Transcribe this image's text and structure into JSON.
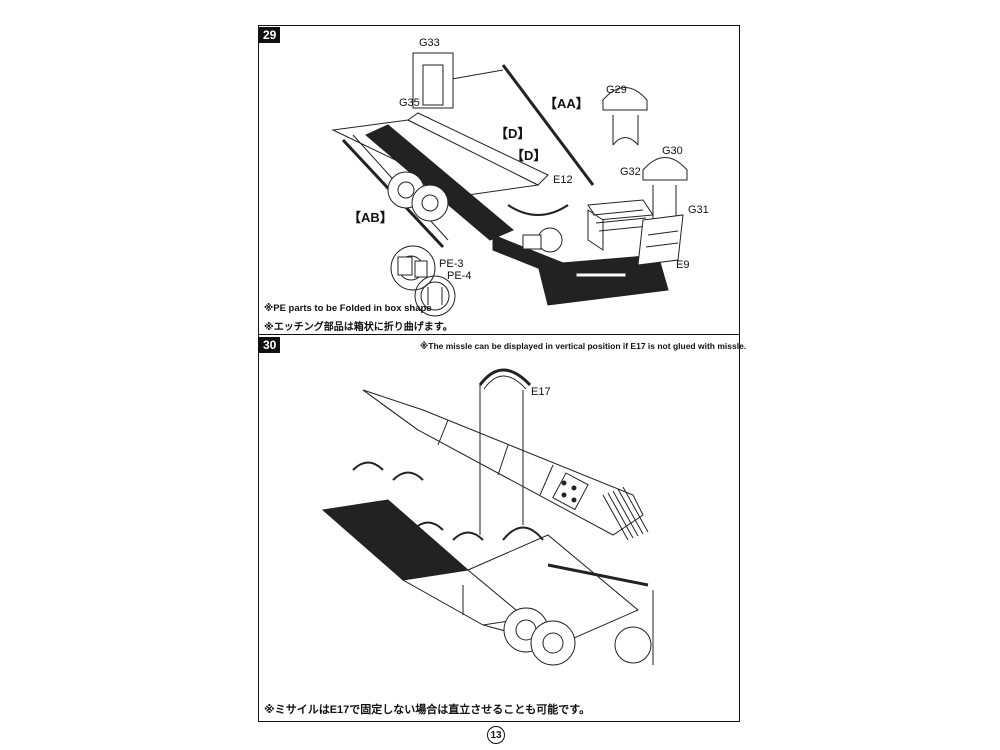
{
  "steps": [
    {
      "number": "29",
      "labels": {
        "g33": "G33",
        "g35": "G35",
        "aa": "【AA】",
        "d1": "【D】",
        "d2": "【D】",
        "ab": "【AB】",
        "e12": "E12",
        "g29": "G29",
        "g30": "G30",
        "g32": "G32",
        "g31": "G31",
        "e9": "E9",
        "pe3": "PE-3",
        "pe4": "PE-4"
      },
      "notes": {
        "en": "※PE parts to be Folded in box shape",
        "jp": "※エッチング部品は箱状に折り曲げます。"
      }
    },
    {
      "number": "30",
      "top_note": "※The missle can be displayed in vertical position if E17 is not glued with missle.",
      "labels": {
        "e17": "E17"
      },
      "bottom_note": "※ミサイルはE17で固定しない場合は直立させることも可能です。"
    }
  ],
  "page_number": "13"
}
